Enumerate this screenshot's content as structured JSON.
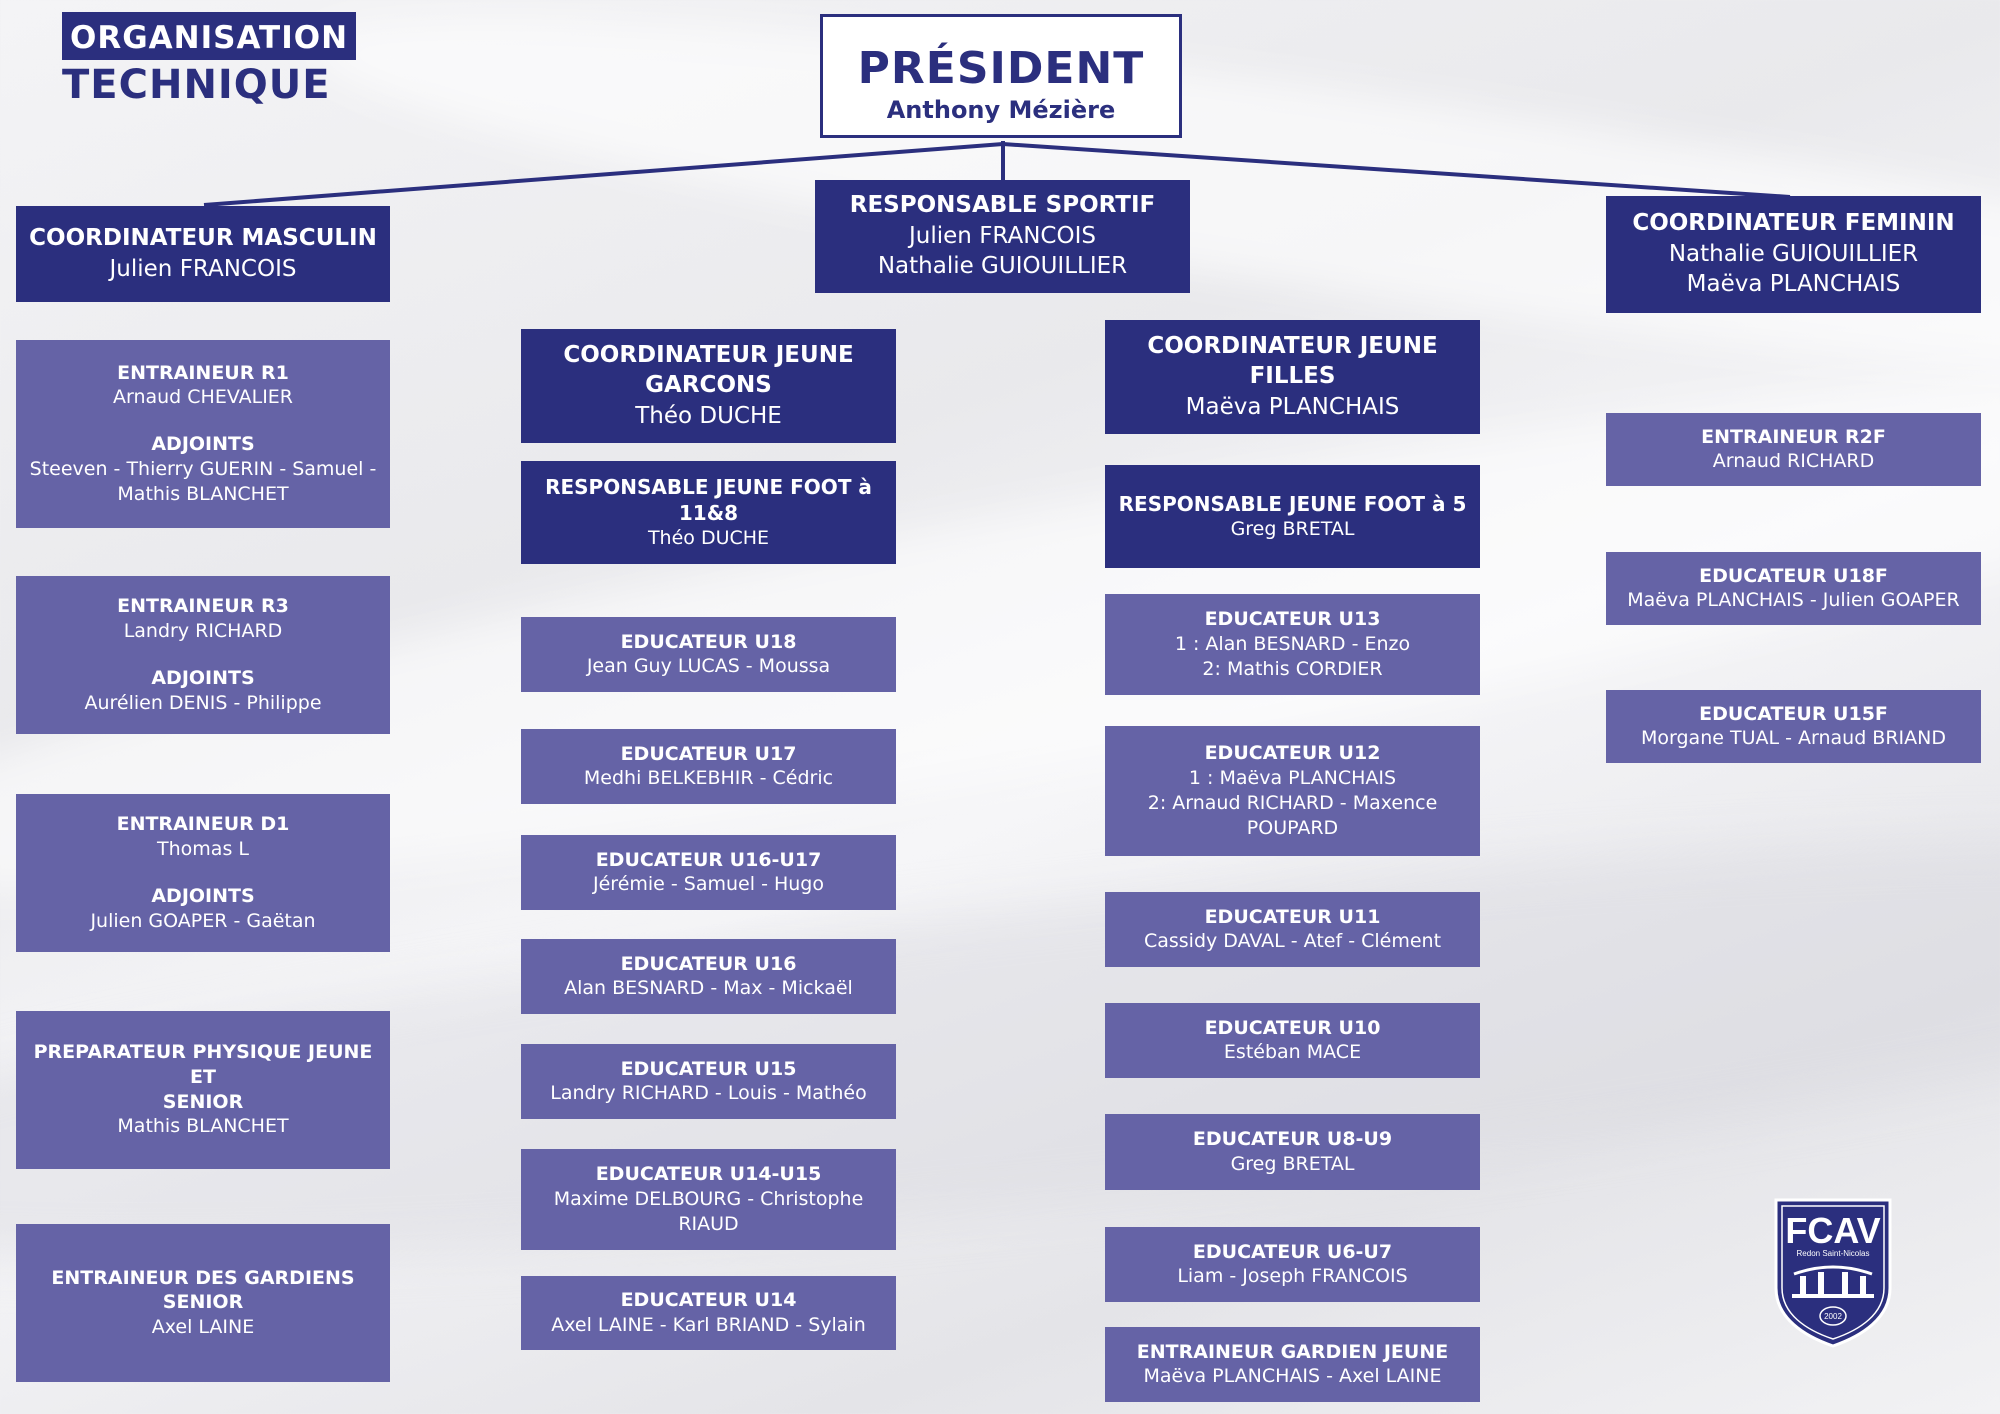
{
  "title": {
    "line1": "ORGANISATION",
    "line2": "TECHNIQUE"
  },
  "president": {
    "title": "PRÉSIDENT",
    "name": "Anthony Mézière"
  },
  "resp_sportif": {
    "title": "RESPONSABLE SPORTIF",
    "line1": "Julien FRANCOIS",
    "line2": "Nathalie GUIOUILLIER"
  },
  "coord_masc": {
    "title": "COORDINATEUR MASCULIN",
    "line1": "Julien FRANCOIS"
  },
  "coord_fem": {
    "title": "COORDINATEUR FEMININ",
    "line1": "Nathalie GUIOUILLIER",
    "line2": "Maëva PLANCHAIS"
  },
  "col1": {
    "r1": {
      "title": "ENTRAINEUR R1",
      "name": "Arnaud CHEVALIER",
      "adj_title": "ADJOINTS",
      "adj_line1": "Steeven - Thierry GUERIN - Samuel -",
      "adj_line2": "Mathis BLANCHET"
    },
    "r3": {
      "title": "ENTRAINEUR R3",
      "name": "Landry RICHARD",
      "adj_title": "ADJOINTS",
      "adj_line1": "Aurélien DENIS - Philippe"
    },
    "d1": {
      "title": "ENTRAINEUR D1",
      "name": "Thomas L",
      "adj_title": "ADJOINTS",
      "adj_line1": "Julien GOAPER - Gaëtan"
    },
    "prep": {
      "title_line1": "PREPARATEUR PHYSIQUE JEUNE ET",
      "title_line2": "SENIOR",
      "name": "Mathis BLANCHET"
    },
    "gardiens": {
      "title": "ENTRAINEUR DES GARDIENS SENIOR",
      "name": "Axel LAINE"
    }
  },
  "col2": {
    "coord": {
      "title_line1": "COORDINATEUR JEUNE",
      "title_line2": "GARCONS",
      "name": "Théo DUCHE"
    },
    "resp": {
      "title": "RESPONSABLE JEUNE FOOT à 11&8",
      "name": "Théo DUCHE"
    },
    "items": [
      {
        "title": "EDUCATEUR U18",
        "lines": [
          "Jean Guy LUCAS - Moussa"
        ]
      },
      {
        "title": "EDUCATEUR U17",
        "lines": [
          "Medhi BELKEBHIR - Cédric"
        ]
      },
      {
        "title": "EDUCATEUR U16-U17",
        "lines": [
          "Jérémie - Samuel - Hugo"
        ]
      },
      {
        "title": "EDUCATEUR U16",
        "lines": [
          "Alan BESNARD - Max - Mickaël"
        ]
      },
      {
        "title": "EDUCATEUR U15",
        "lines": [
          "Landry RICHARD - Louis - Mathéo"
        ]
      },
      {
        "title": "EDUCATEUR U14-U15",
        "lines": [
          "Maxime DELBOURG - Christophe",
          "RIAUD"
        ]
      },
      {
        "title": "EDUCATEUR U14",
        "lines": [
          "Axel LAINE - Karl BRIAND - Sylain"
        ]
      }
    ]
  },
  "col3": {
    "coord": {
      "title": "COORDINATEUR JEUNE FILLES",
      "name": "Maëva PLANCHAIS"
    },
    "resp": {
      "title": "RESPONSABLE JEUNE FOOT à 5",
      "name": "Greg BRETAL"
    },
    "items": [
      {
        "title": "EDUCATEUR U13",
        "lines": [
          "1 : Alan BESNARD - Enzo",
          "2: Mathis CORDIER"
        ]
      },
      {
        "title": "EDUCATEUR U12",
        "lines": [
          "1 : Maëva PLANCHAIS",
          "2: Arnaud RICHARD - Maxence",
          "POUPARD"
        ]
      },
      {
        "title": "EDUCATEUR U11",
        "lines": [
          "Cassidy DAVAL - Atef - Clément"
        ]
      },
      {
        "title": "EDUCATEUR U10",
        "lines": [
          "Estéban MACE"
        ]
      },
      {
        "title": "EDUCATEUR U8-U9",
        "lines": [
          "Greg BRETAL"
        ]
      },
      {
        "title": "EDUCATEUR U6-U7",
        "lines": [
          "Liam - Joseph FRANCOIS"
        ]
      },
      {
        "title": "ENTRAINEUR GARDIEN JEUNE",
        "lines": [
          "Maëva PLANCHAIS - Axel LAINE"
        ]
      }
    ]
  },
  "col4": {
    "items": [
      {
        "title": "ENTRAINEUR R2F",
        "lines": [
          "Arnaud RICHARD"
        ]
      },
      {
        "title": "EDUCATEUR U18F",
        "lines": [
          "Maëva PLANCHAIS - Julien GOAPER"
        ]
      },
      {
        "title": "EDUCATEUR U15F",
        "lines": [
          "Morgane TUAL - Arnaud BRIAND"
        ]
      }
    ]
  },
  "logo": {
    "text": "FCAV",
    "subtitle": "Redon Saint-Nicolas",
    "year": "2002"
  },
  "colors": {
    "navy": "#2b2f7e",
    "lavender": "#6563a6",
    "white": "#ffffff"
  }
}
